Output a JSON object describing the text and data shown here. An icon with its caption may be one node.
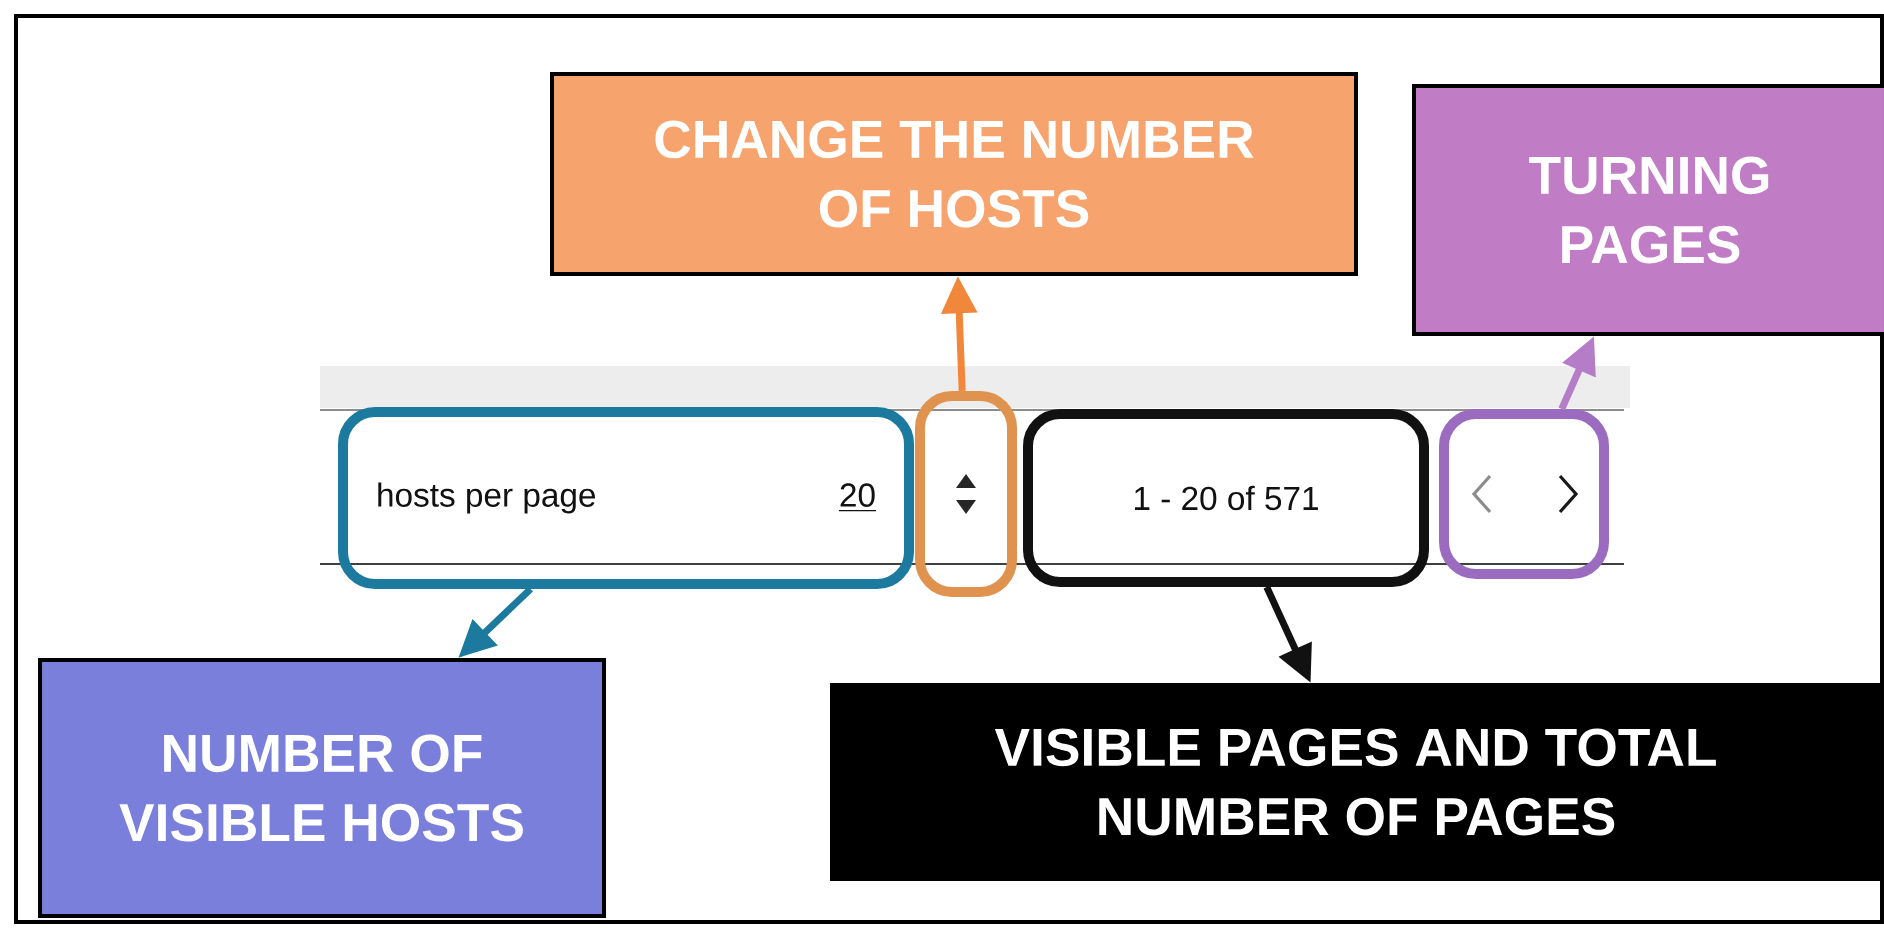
{
  "diagram": {
    "nodes": [
      {
        "text": [
          "CHANGE THE NUMBER OF HOSTS"
        ]
      },
      {
        "text": [
          "TURNING PAGES"
        ]
      },
      {
        "text": [
          "hosts per page",
          "20"
        ]
      },
      {
        "text": [],
        "shape": "box"
      },
      {
        "text": [
          "1 - 20 of 571"
        ]
      },
      {
        "text": [],
        "shape": "box"
      },
      {
        "text": [
          "NUMBER OF VISIBLE HOSTS"
        ]
      },
      {
        "text": [
          "VISIBLE PAGES AND TOTAL NUMBER OF PAGES"
        ]
      }
    ],
    "edges": [
      {
        "from": 3,
        "to": 0,
        "arrow": "to",
        "color": "#f0873a"
      },
      {
        "from": 5,
        "to": 1,
        "arrow": "to",
        "color": "#b57cc8"
      },
      {
        "from": 2,
        "to": 6,
        "arrow": "to",
        "color": "#1b7a9e"
      },
      {
        "from": 4,
        "to": 7,
        "arrow": "to",
        "color": "#111111"
      }
    ]
  }
}
